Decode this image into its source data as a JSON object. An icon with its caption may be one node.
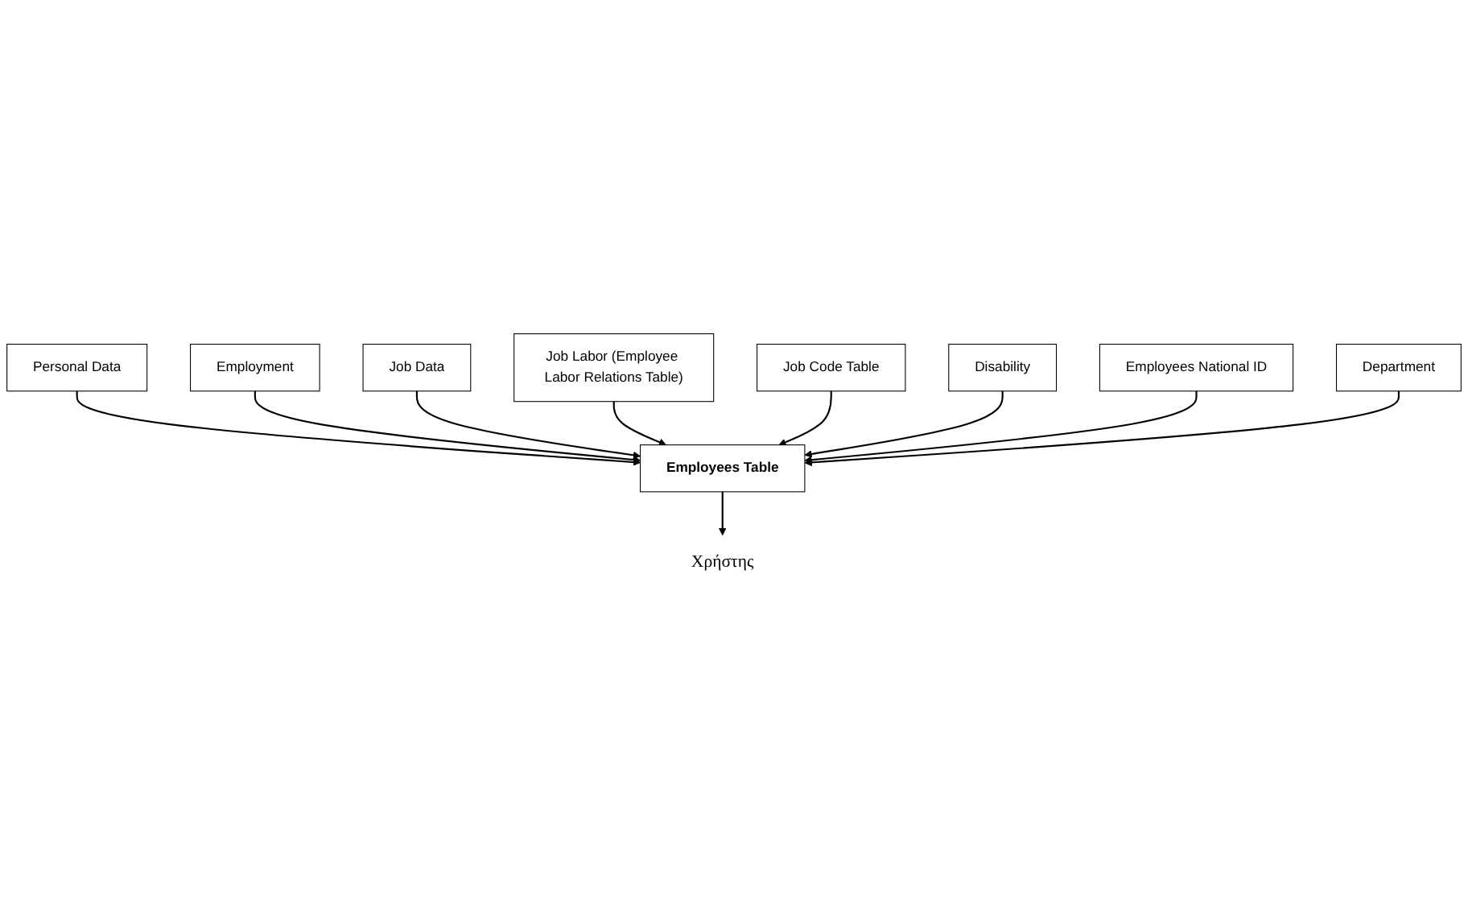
{
  "diagram": {
    "nodes": [
      {
        "text": [
          "Personal Data"
        ]
      },
      {
        "text": [
          "Employment"
        ]
      },
      {
        "text": [
          "Job Data"
        ]
      },
      {
        "text": [
          "Job Labor (Employee Labor Relations Table)"
        ]
      },
      {
        "text": [
          "Job Code Table"
        ]
      },
      {
        "text": [
          "Employees Table"
        ]
      },
      {
        "text": [
          "Disability"
        ]
      },
      {
        "text": [
          "Employees National ID"
        ]
      },
      {
        "text": [
          "Department"
        ]
      },
      {
        "text": [
          "Χρήστης"
        ]
      }
    ],
    "edges": [
      {
        "from": 0,
        "to": 5,
        "arrow": "to"
      },
      {
        "from": 1,
        "to": 5,
        "arrow": "to"
      },
      {
        "from": 2,
        "to": 5,
        "arrow": "to"
      },
      {
        "from": 3,
        "to": 5,
        "arrow": "to"
      },
      {
        "from": 4,
        "to": 5,
        "arrow": "to"
      },
      {
        "from": 6,
        "to": 5,
        "arrow": "to"
      },
      {
        "from": 7,
        "to": 5,
        "arrow": "to"
      },
      {
        "from": 8,
        "to": 5,
        "arrow": "to"
      },
      {
        "from": 5,
        "to": 9,
        "arrow": "to"
      }
    ]
  }
}
